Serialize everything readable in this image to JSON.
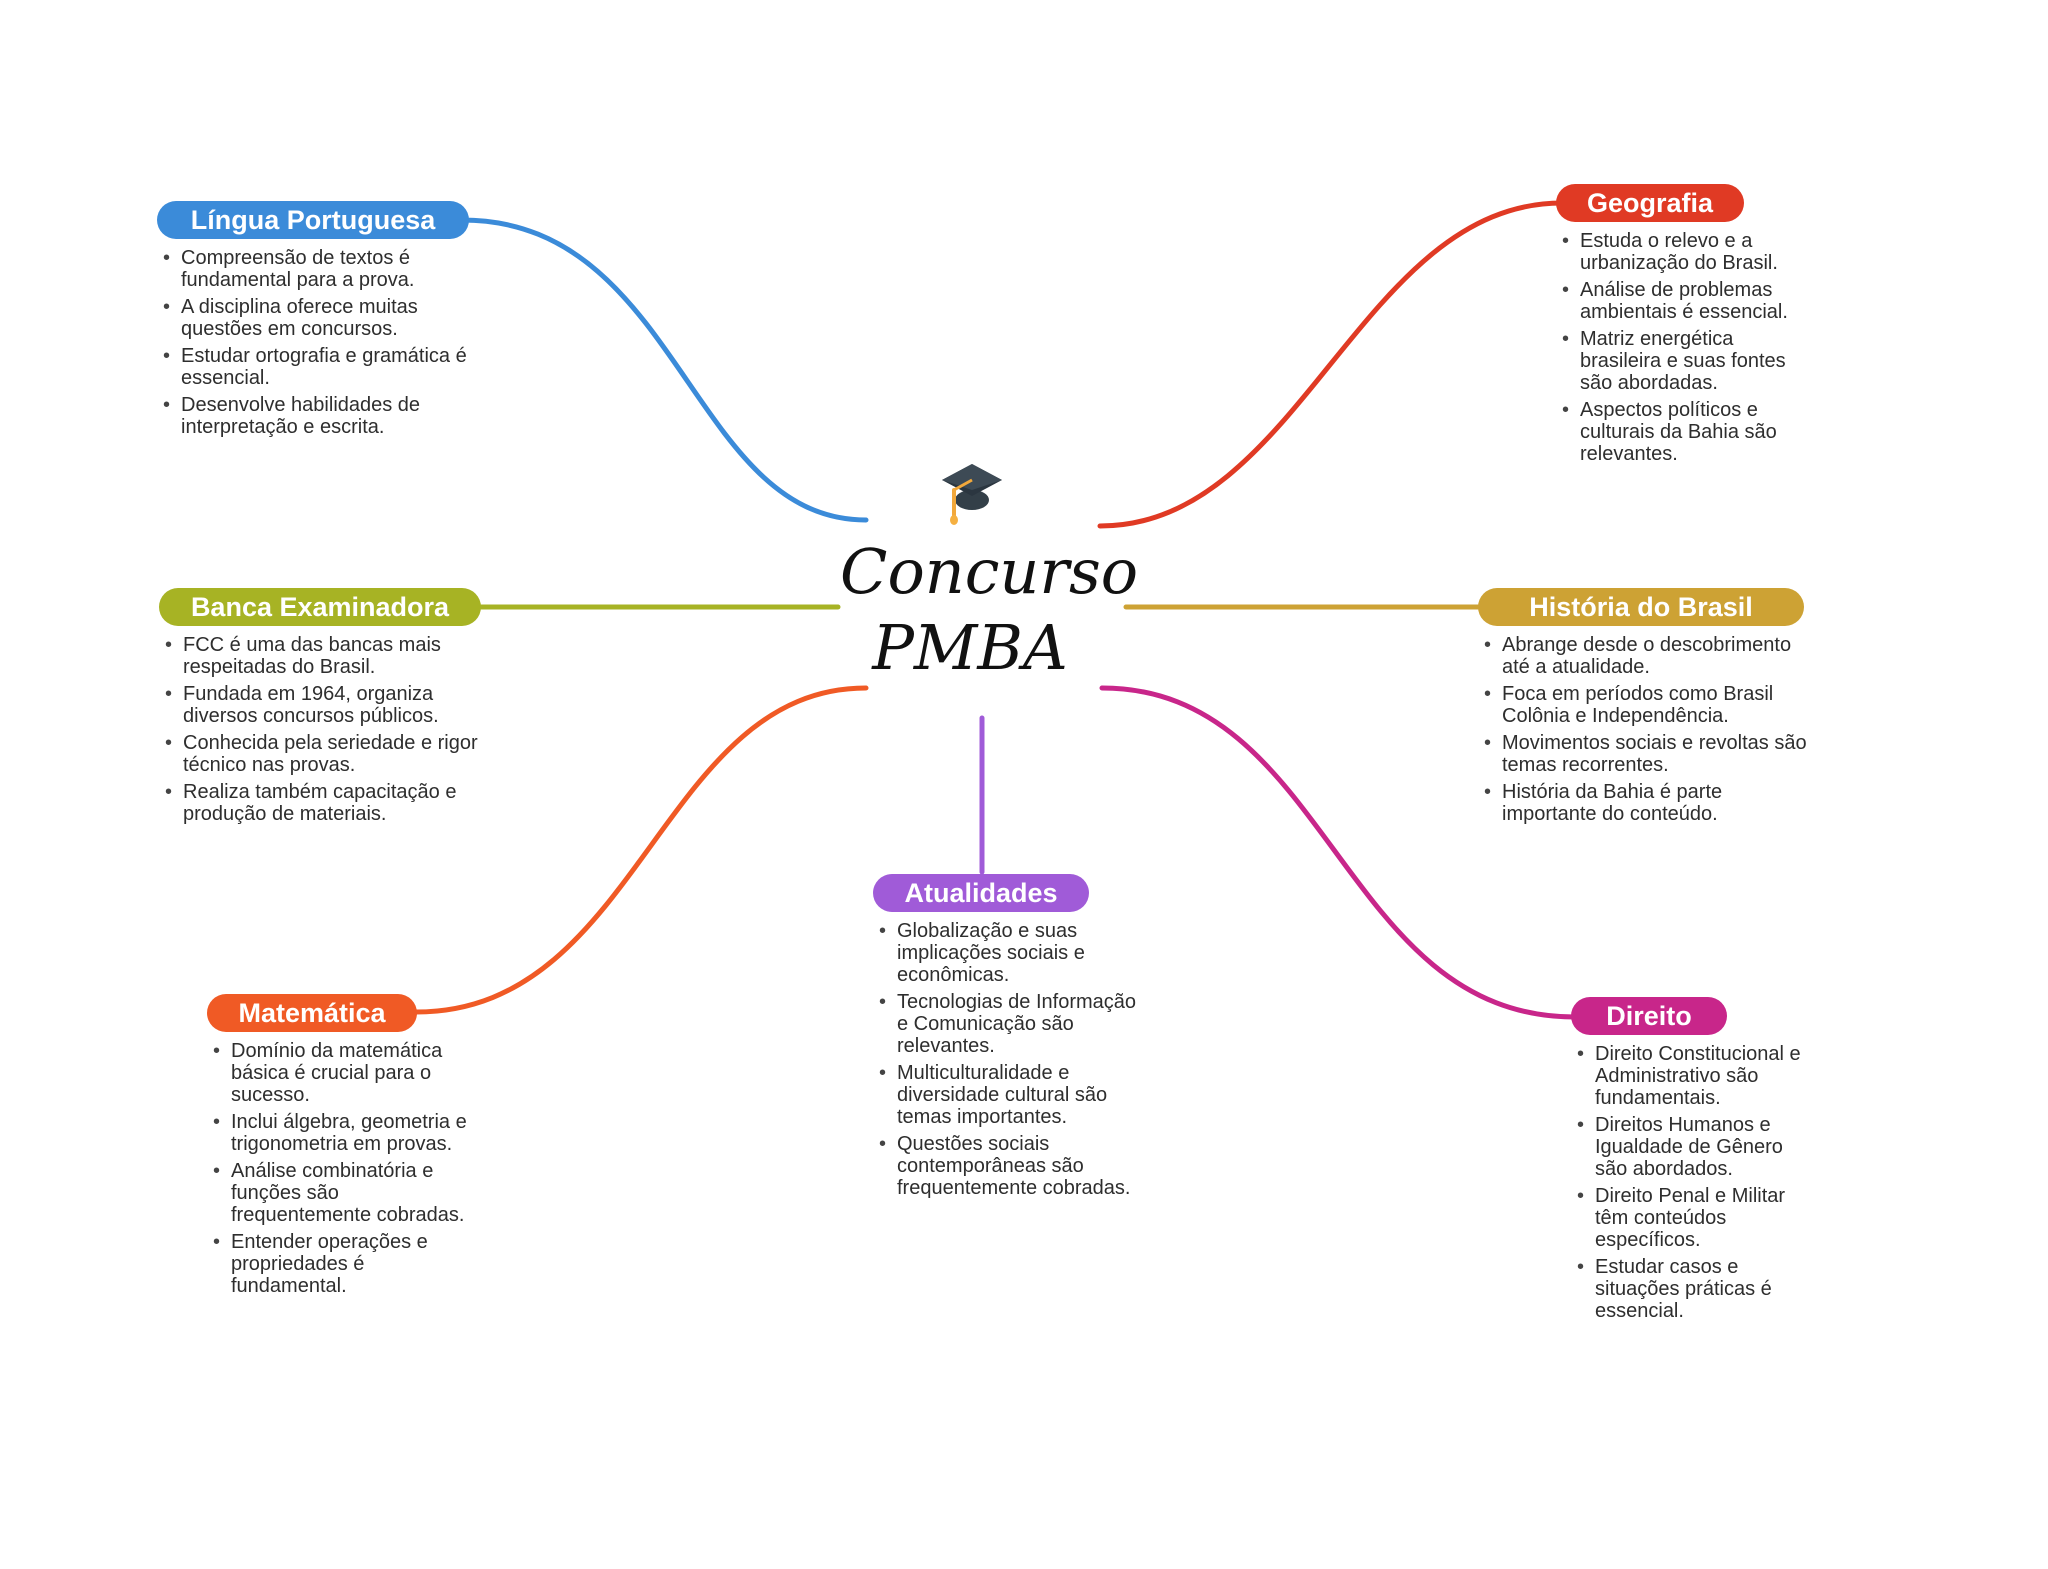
{
  "center": {
    "title_line1": "Concurso",
    "title_line2": "PMBA",
    "icon": "graduation-cap-icon"
  },
  "branches": [
    {
      "id": "lingua-portuguesa",
      "title": "Língua Portuguesa",
      "color": "#3B8BD9",
      "items": [
        "Compreensão de textos é fundamental para a prova.",
        "A disciplina oferece muitas questões em concursos.",
        "Estudar ortografia e gramática é essencial.",
        "Desenvolve habilidades de interpretação e escrita."
      ]
    },
    {
      "id": "banca-examinadora",
      "title": "Banca Examinadora",
      "color": "#A7B324",
      "items": [
        "FCC é uma das bancas mais respeitadas do Brasil.",
        "Fundada em 1964, organiza diversos concursos públicos.",
        "Conhecida pela seriedade e rigor técnico nas provas.",
        "Realiza também capacitação e produção de materiais."
      ]
    },
    {
      "id": "matematica",
      "title": "Matemática",
      "color": "#F05A25",
      "items": [
        "Domínio da matemática básica é crucial para o sucesso.",
        "Inclui álgebra, geometria e trigonometria em provas.",
        "Análise combinatória e funções são frequentemente cobradas.",
        "Entender operações e propriedades é fundamental."
      ]
    },
    {
      "id": "atualidades",
      "title": "Atualidades",
      "color": "#A05BD8",
      "items": [
        "Globalização e suas implicações sociais e econômicas.",
        "Tecnologias de Informação e Comunicação são relevantes.",
        "Multiculturalidade e diversidade cultural são temas importantes.",
        "Questões sociais contemporâneas são frequentemente cobradas."
      ]
    },
    {
      "id": "geografia",
      "title": "Geografia",
      "color": "#E03A24",
      "items": [
        "Estuda o relevo e a urbanização do Brasil.",
        "Análise de problemas ambientais é essencial.",
        "Matriz energética brasileira e suas fontes são abordadas.",
        "Aspectos políticos e culturais da Bahia são relevantes."
      ]
    },
    {
      "id": "historia-do-brasil",
      "title": "História do Brasil",
      "color": "#CDA234",
      "items": [
        "Abrange desde o descobrimento até a atualidade.",
        "Foca em períodos como Brasil Colônia e Independência.",
        "Movimentos sociais e revoltas são temas recorrentes.",
        "História da Bahia é parte importante do conteúdo."
      ]
    },
    {
      "id": "direito",
      "title": "Direito",
      "color": "#C8268A",
      "items": [
        "Direito Constitucional e Administrativo são fundamentais.",
        "Direitos Humanos e Igualdade de Gênero são abordados.",
        "Direito Penal e Militar têm conteúdos específicos.",
        "Estudar casos e situações práticas é essencial."
      ]
    }
  ]
}
